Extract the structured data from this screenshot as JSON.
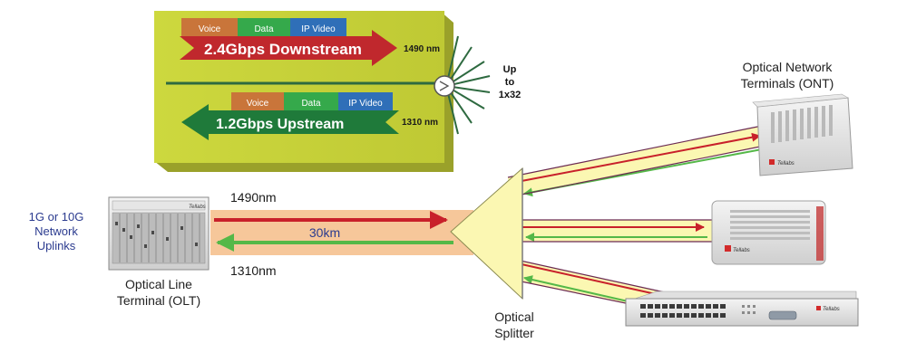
{
  "inset": {
    "downstream_tags": [
      "Voice",
      "Data",
      "IP Video"
    ],
    "downstream_label": "2.4Gbps Downstream",
    "downstream_wavelength": "1490 nm",
    "upstream_tags": [
      "Voice",
      "Data",
      "IP Video"
    ],
    "upstream_label": "1.2Gbps Upstream",
    "upstream_wavelength": "1310 nm",
    "fanout_line1": "Up",
    "fanout_line2": "to",
    "fanout_line3": "1x32"
  },
  "uplinks": {
    "line1": "1G or 10G",
    "line2": "Network",
    "line3": "Uplinks"
  },
  "olt": {
    "line1": "Optical Line",
    "line2": "Terminal (OLT)",
    "brand": "Tellabs"
  },
  "fiber": {
    "down_wavelength": "1490nm",
    "distance": "30km",
    "up_wavelength": "1310nm"
  },
  "splitter": {
    "line1": "Optical",
    "line2": "Splitter"
  },
  "ont": {
    "line1": "Optical Network",
    "line2": "Terminals (ONT)",
    "brand": "Tellabs"
  },
  "colors": {
    "inset_bg": "#c6d23a",
    "downstream": "#c0282d",
    "upstream": "#1f7a3a",
    "voice": "#c9753a",
    "data": "#35a94b",
    "ipvideo": "#2f6fb8",
    "fiber_band": "#f6c79a",
    "splitter": "#fbf7b2",
    "red_line": "#c8202a",
    "green_line": "#55b848",
    "label_blue": "#2b3b8f"
  }
}
